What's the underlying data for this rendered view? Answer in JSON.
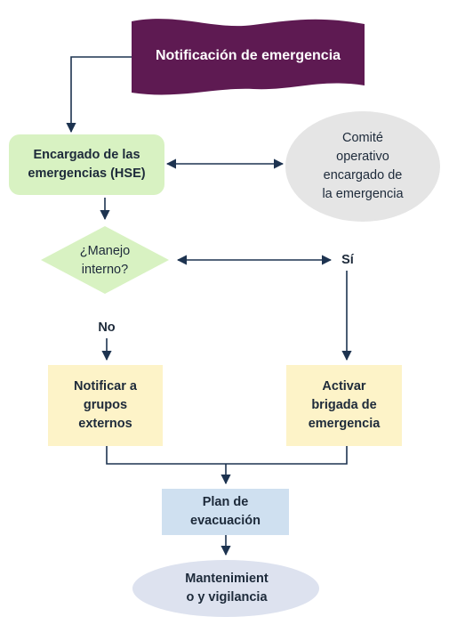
{
  "nodes": {
    "title": "Notificación de emergencia",
    "hse": "Encargado de las\nemergencias (HSE)",
    "committee": "Comité\noperativo\nencargado de\nla emergencia",
    "decision": "¿Manejo\ninterno?",
    "yes_label": "Sí",
    "no_label": "No",
    "notify_external": "Notificar a\ngrupos\nexternos",
    "activate_brigade": "Activar\nbrigada de\nemergencia",
    "evacuation_plan": "Plan de\nevacuación",
    "maintenance": "Mantenimient\no y vigilancia"
  },
  "colors": {
    "title_fill": "#5e1a52",
    "hse_fill": "#d8f2c2",
    "committee_fill": "#e5e5e5",
    "decision_fill": "#d8f2c2",
    "action_fill": "#fdf3c8",
    "plan_fill": "#cfe0f0",
    "maintenance_fill": "#dde2ef",
    "connector": "#1d3350"
  }
}
